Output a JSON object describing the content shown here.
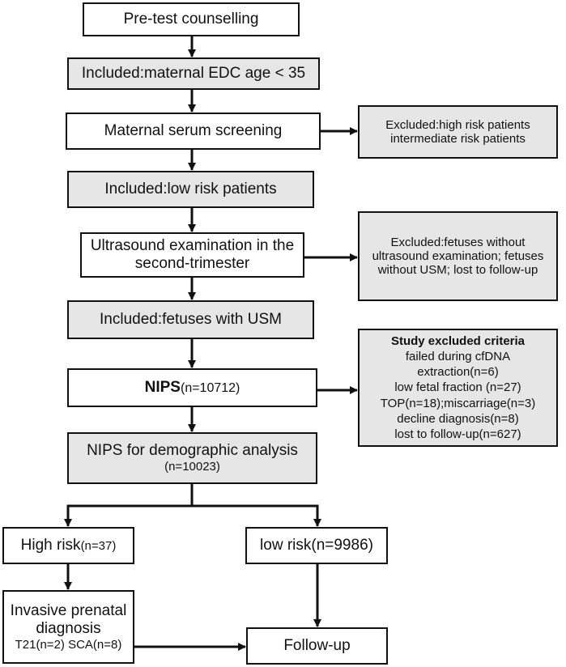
{
  "flow": {
    "pretest": "Pre-test counselling",
    "included_age": "Included:maternal EDC age < 35",
    "serum_screening": "Maternal serum screening",
    "excluded_serum": [
      "Excluded:high risk patients",
      "intermediate risk patients"
    ],
    "included_low_risk": "Included:low risk patients",
    "ultrasound": [
      "Ultrasound examination in the",
      "second-trimester"
    ],
    "excluded_ultrasound": [
      "Excluded:fetuses without",
      "ultrasound examination; fetuses",
      "without USM; lost to follow-up"
    ],
    "included_usm": "Included:fetuses with USM",
    "nips": {
      "label": "NIPS",
      "count": "(n=10712)"
    },
    "study_excluded": {
      "title": "Study excluded criteria",
      "lines": [
        "failed during cfDNA",
        "extraction(n=6)",
        "low fetal fraction (n=27)",
        "TOP(n=18);miscarriage(n=3)",
        "decline diagnosis(n=8)",
        "lost to follow-up(n=627)"
      ]
    },
    "nips_demographic": {
      "label": "NIPS for demographic analysis",
      "count": "(n=10023)"
    },
    "high_risk": {
      "label": "High risk",
      "count": "(n=37)"
    },
    "low_risk": {
      "label": "low risk",
      "count": "(n=9986)"
    },
    "invasive": {
      "line1": "Invasive prenatal",
      "line2": "diagnosis",
      "line3": "T21(n=2) SCA(n=8)"
    },
    "followup": "Follow-up"
  }
}
